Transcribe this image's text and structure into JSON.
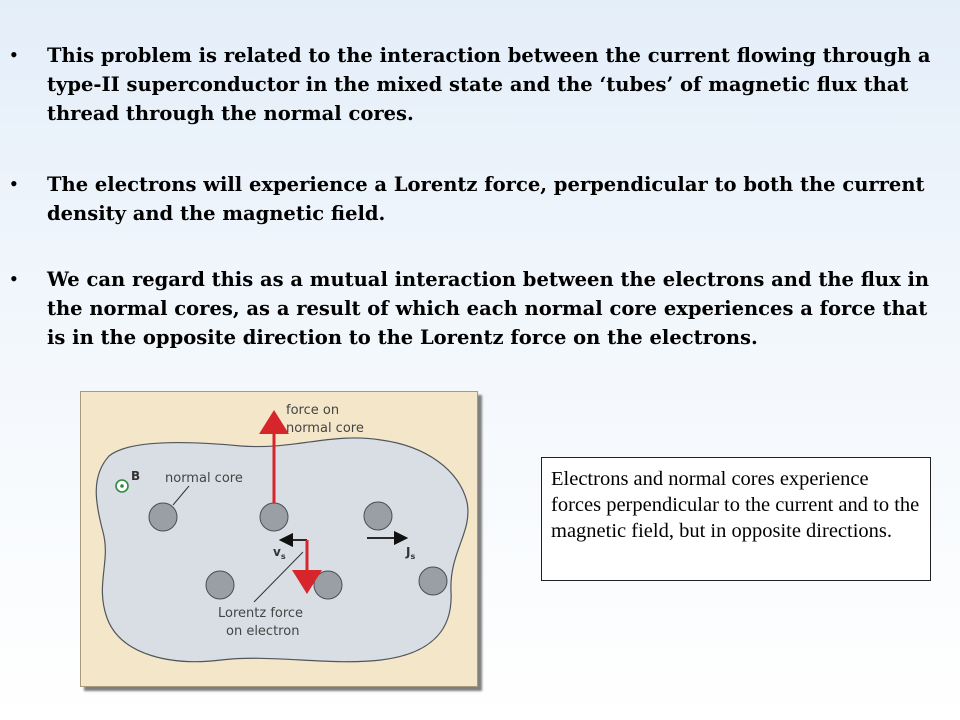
{
  "bullets": [
    {
      "text": "This problem is related to the interaction between the current flowing through a type-II superconductor in the mixed state and the ‘tubes’ of magnetic flux that thread through the normal cores."
    },
    {
      "text": "The electrons will experience a Lorentz force, perpendicular to both the current density and the magnetic field."
    },
    {
      "text": "We can regard this as a mutual interaction between the electrons and the flux in the normal cores, as a result of which each normal core experiences a force that is in the opposite direction to the Lorentz force on the electrons."
    }
  ],
  "bullet_glyph": "•",
  "diagram": {
    "label_force_line1": "force on",
    "label_force_line2": "normal core",
    "label_B": "B",
    "label_normal_core": "normal core",
    "label_vs": "v",
    "label_vs_sub": "s",
    "label_js": "J",
    "label_js_sub": "s",
    "label_lorentz_line1": "Lorentz force",
    "label_lorentz_line2": "on electron",
    "colors": {
      "background": "#f4e7c9",
      "blob": "#d9dee4",
      "core": "#9a9fa5",
      "force_arrow": "#d6262b",
      "field_marker": "#2f8a3e"
    }
  },
  "caption": "Electrons and normal cores experience forces perpendicular to the current and to the magnetic field, but in opposite directions."
}
